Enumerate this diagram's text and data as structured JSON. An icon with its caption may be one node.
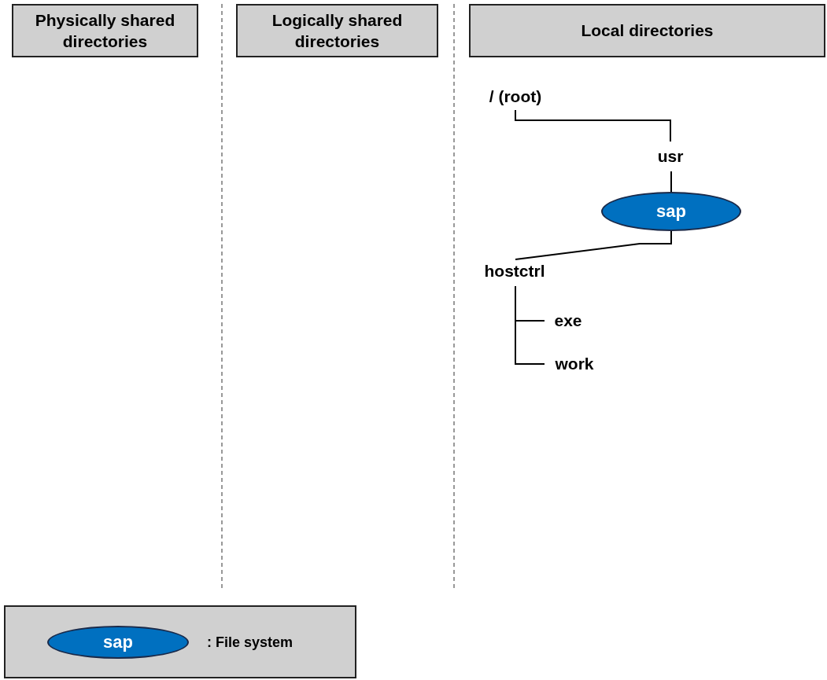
{
  "diagram": {
    "nodes": [
      {
        "text": [
          "Physically shared directories"
        ]
      },
      {
        "text": [
          "Logically shared directories"
        ]
      },
      {
        "text": [
          "Local directories"
        ]
      },
      {
        "text": [
          "/ (root)"
        ]
      },
      {
        "text": [
          "usr"
        ]
      },
      {
        "text": [
          "sap"
        ]
      },
      {
        "text": [
          "hostctrl"
        ]
      },
      {
        "text": [
          "exe"
        ]
      },
      {
        "text": [
          "work"
        ]
      },
      {
        "text": [
          ": File system"
        ]
      },
      {
        "text": [
          "sap"
        ],
        "in": 9
      }
    ],
    "edges": [
      {
        "from": 3,
        "to": 4,
        "arrow": "none"
      },
      {
        "from": 4,
        "to": 5,
        "arrow": "none"
      },
      {
        "from": 5,
        "to": 6,
        "arrow": "none"
      },
      {
        "from": 6,
        "to": 7,
        "arrow": "none"
      },
      {
        "from": 6,
        "to": 8,
        "arrow": "none"
      }
    ]
  }
}
